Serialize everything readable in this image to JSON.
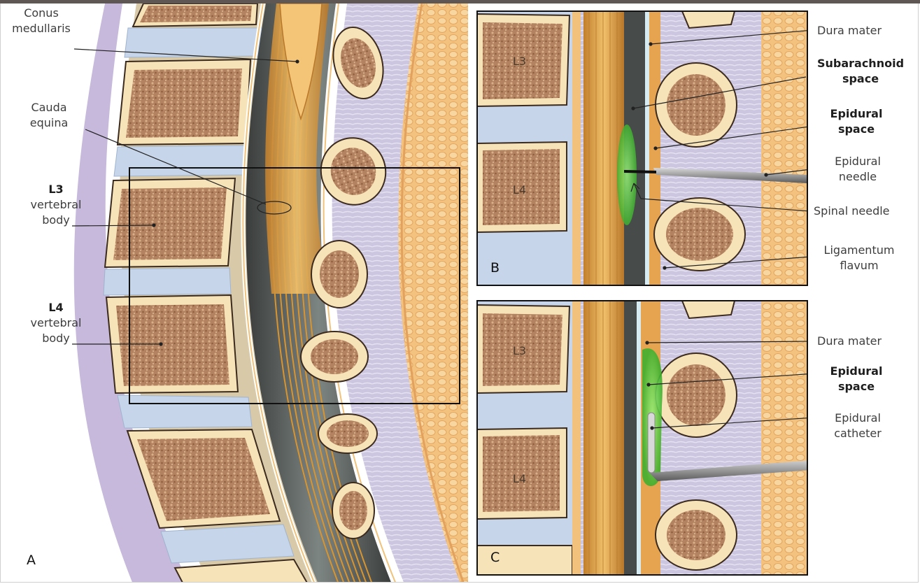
{
  "colors": {
    "topbar": "#5e5753",
    "bone_fill": "#f6e3b8",
    "bone_core": "#a47552",
    "disc": "#c8d7ea",
    "nerve": "#e2a449",
    "ligament": "#c9c3dd",
    "fat": "#f2c27c",
    "green": "#66d04b",
    "needle": "#8c8c8c"
  },
  "panel_a": {
    "letter": "A",
    "labels": {
      "conus": [
        "Conus",
        "medullaris"
      ],
      "cauda": [
        "Cauda",
        "equina"
      ],
      "l3": [
        "L3",
        "vertebral",
        "body"
      ],
      "l4": [
        "L4",
        "vertebral",
        "body"
      ]
    }
  },
  "panel_b": {
    "letter": "B",
    "vertebra_labels": [
      "L3",
      "L4"
    ],
    "labels": {
      "dura": "Dura mater",
      "subarachnoid": [
        "Subarachnoid",
        "space"
      ],
      "epidural_space": [
        "Epidural",
        "space"
      ],
      "epidural_needle": [
        "Epidural",
        "needle"
      ],
      "spinal_needle": "Spinal needle",
      "ligamentum": [
        "Ligamentum",
        "flavum"
      ]
    }
  },
  "panel_c": {
    "letter": "C",
    "vertebra_labels": [
      "L3",
      "L4"
    ],
    "labels": {
      "dura": "Dura mater",
      "epidural_space": [
        "Epidural",
        "space"
      ],
      "catheter": [
        "Epidural",
        "catheter"
      ]
    }
  }
}
